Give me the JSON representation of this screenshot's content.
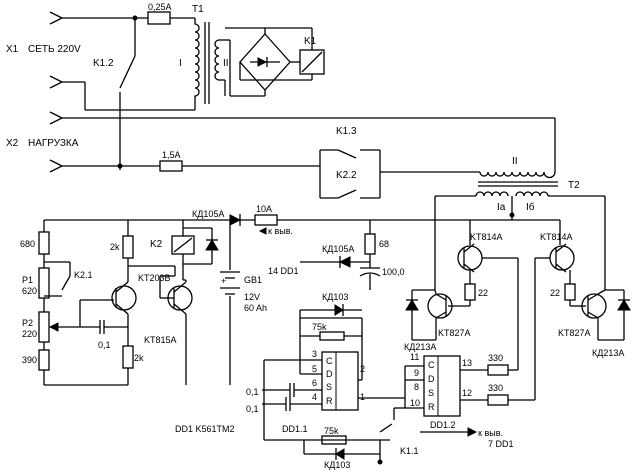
{
  "labels": {
    "x1": "X1",
    "mains": "СЕТЬ 220V",
    "x2": "X2",
    "load": "НАГРУЗКА",
    "fuse1": "0,25А",
    "fuse2": "1,5А",
    "fuse3": "10А",
    "t1": "T1",
    "t1_primary": "I",
    "t1_secondary": "II",
    "t2": "T2",
    "t2_secondary": "II",
    "t2_ia": "Ia",
    "t2_ib": "Iб",
    "k1": "K1",
    "k12": "K1.2",
    "k13": "K1.3",
    "k22": "K2.2",
    "k11": "K1.1",
    "k2": "K2",
    "k21": "K2.1",
    "diode_top": "КД105А",
    "diode_mid": "КД105А",
    "to_pin14": "к выв.",
    "to_pin14b": "14 DD1",
    "to_pin7": "к выв.",
    "to_pin7b": "7 DD1",
    "r680": "680",
    "r2k_a": "2k",
    "r2k_b": "2k",
    "p1": "P1",
    "p1v": "620",
    "p2": "P2",
    "p2v": "220",
    "r390": "390",
    "c01": "0,1",
    "q1": "KT203B",
    "q2": "KT815A",
    "gb1": "GB1",
    "gb1v": "12V",
    "gb1c": "60 Ah",
    "r68": "68",
    "c100": "100,0",
    "kd103_top": "КД103",
    "kd103_bot": "КД103",
    "r75k_top": "75k",
    "r75k_bot": "75k",
    "c01_a": "0,1",
    "c01_b": "0,1",
    "dd1": "DD1 K561TM2",
    "dd11": "DD1.1",
    "dd12": "DD1.2",
    "kt814_l": "KT814A",
    "kt814_r": "KT814A",
    "kt827_l": "KT827A",
    "kt827_r": "KT827A",
    "kd213_l": "КД213А",
    "kd213_r": "КД213А",
    "r22_l": "22",
    "r22_r": "22",
    "r330_a": "330",
    "r330_b": "330",
    "pin3": "3",
    "pin5": "5",
    "pin6": "6",
    "pin4": "4",
    "pin2": "2",
    "pin1": "1",
    "pin11": "11",
    "pin9": "9",
    "pin8": "8",
    "pin10": "10",
    "pin13": "13",
    "pin12": "12",
    "ff_c": "C",
    "ff_d": "D",
    "ff_s": "S",
    "ff_r": "R"
  }
}
